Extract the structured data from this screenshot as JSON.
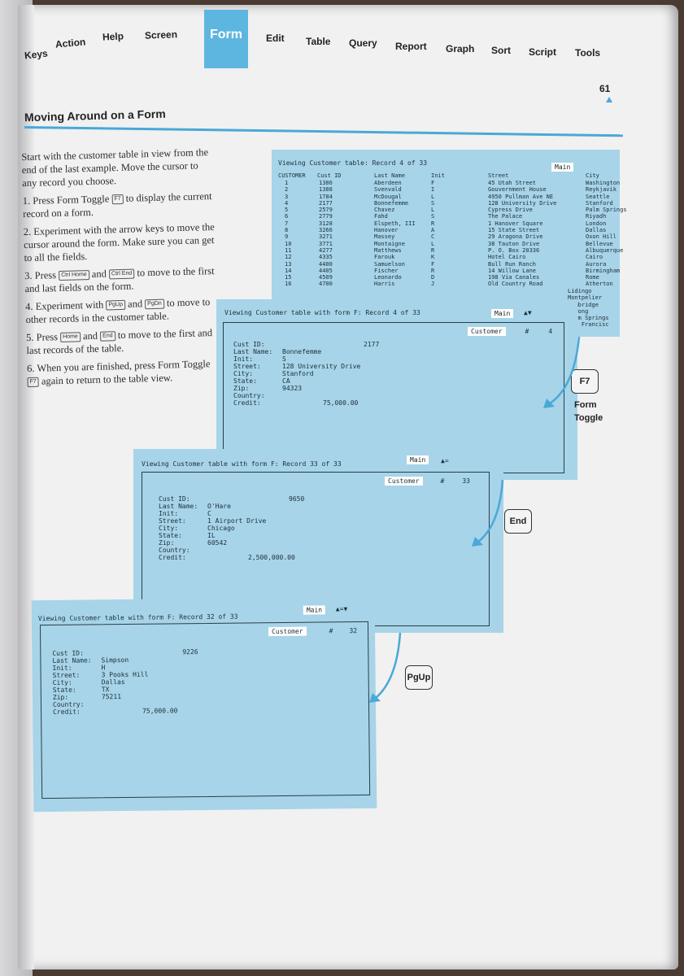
{
  "nav": {
    "items": [
      "Keys",
      "Action",
      "Help",
      "Screen",
      "Form",
      "Edit",
      "Table",
      "Query",
      "Report",
      "Graph",
      "Sort",
      "Script",
      "Tools"
    ],
    "active": "Form"
  },
  "page_number": "61",
  "section_title": "Moving Around on a Form",
  "intro": "Start with the customer table in view from the end of the last example. Move the cursor to any record you choose.",
  "steps": [
    {
      "n": "1.",
      "text": "Press Form Toggle",
      "key": "F7",
      "text2": "to display the current record on a form."
    },
    {
      "n": "2.",
      "text": "Experiment with the arrow keys to move the cursor around the form. Make sure you can get to all the fields."
    },
    {
      "n": "3.",
      "text": "Press",
      "key": "Ctrl Home",
      "text2": "and",
      "key2": "Ctrl End",
      "text3": "to move to the first and last fields on the form."
    },
    {
      "n": "4.",
      "text": "Experiment with",
      "key": "PgUp",
      "text2": "and",
      "key2": "PgDn",
      "text3": "to move to other records in the customer table."
    },
    {
      "n": "5.",
      "text": "Press",
      "key": "Home",
      "text2": "and",
      "key2": "End",
      "text3": "to move to the first and last records of the table."
    },
    {
      "n": "6.",
      "text": "When you are finished, press Form Toggle",
      "key": "F7",
      "text2": "again to return to the table view."
    }
  ],
  "table_screen": {
    "title": "Viewing Customer table: Record 4 of 33",
    "mode": "Main",
    "headers": [
      "CUSTOMER",
      "Cust ID",
      "Last Name",
      "Init",
      "Street",
      "City"
    ],
    "rows": [
      [
        "1",
        "1386",
        "Aberdeen",
        "F",
        "45 Utah Street",
        "Washington"
      ],
      [
        "2",
        "1388",
        "Svenvald",
        "I",
        "Gouvernment House",
        "Reykjavik"
      ],
      [
        "3",
        "1784",
        "McDougal",
        "L",
        "4950 Pullman Ave NE",
        "Seattle"
      ],
      [
        "4",
        "2177",
        "Bonnefemme",
        "S",
        "128 University Drive",
        "Stanford"
      ],
      [
        "5",
        "2579",
        "Chavez",
        "L",
        "Cypress Drive",
        "Palm Springs"
      ],
      [
        "6",
        "2779",
        "Fahd",
        "S",
        "The Palace",
        "Riyadh"
      ],
      [
        "7",
        "3128",
        "Elspeth, III",
        "R",
        "1 Hanover Square",
        "London"
      ],
      [
        "8",
        "3266",
        "Hanover",
        "A",
        "15 State Street",
        "Dallas"
      ],
      [
        "9",
        "3271",
        "Massey",
        "C",
        "29 Aragona Drive",
        "Oxon Hill"
      ],
      [
        "10",
        "3771",
        "Montaigne",
        "L",
        "38 Tauton Drive",
        "Bellevue"
      ],
      [
        "11",
        "4277",
        "Matthews",
        "R",
        "P. O. Box 20336",
        "Albuquerque"
      ],
      [
        "12",
        "4335",
        "Farouk",
        "K",
        "Hotel Cairo",
        "Cairo"
      ],
      [
        "13",
        "4400",
        "Samuelson",
        "F",
        "Bull Run Ranch",
        "Aurora"
      ],
      [
        "14",
        "4405",
        "Fischer",
        "R",
        "14 Willow Lane",
        "Birmingham"
      ],
      [
        "15",
        "4509",
        "Leonardo",
        "D",
        "198 Via Canales",
        "Rome"
      ],
      [
        "16",
        "4700",
        "Harris",
        "J",
        "Old Country Road",
        "Atherton"
      ]
    ],
    "overflow_cities": [
      "Lidingo",
      "Montpelier",
      "Cambridge",
      "Jurong",
      "Palm Springs",
      "San Francisc"
    ]
  },
  "form_screens": [
    {
      "title": "Viewing Customer table with form F: Record 4 of 33",
      "mode": "Main",
      "table_label": "Customer",
      "rec_symbol": "#",
      "rec_no": "4",
      "fields": [
        {
          "k": "Cust ID:",
          "v": "2177"
        },
        {
          "k": "Last Name:",
          "v": "Bonnefemme"
        },
        {
          "k": "Init:",
          "v": "S"
        },
        {
          "k": "Street:",
          "v": "128 University Drive"
        },
        {
          "k": "City:",
          "v": "Stanford"
        },
        {
          "k": "State:",
          "v": "CA"
        },
        {
          "k": "Zip:",
          "v": "94323"
        },
        {
          "k": "Country:",
          "v": ""
        },
        {
          "k": "Credit:",
          "v": "75,000.00"
        }
      ],
      "key": "F7",
      "key_caption": [
        "Form",
        "Toggle"
      ]
    },
    {
      "title": "Viewing Customer table with form F: Record 33 of 33",
      "mode": "Main",
      "table_label": "Customer",
      "rec_symbol": "#",
      "rec_no": "33",
      "fields": [
        {
          "k": "Cust ID:",
          "v": "9650"
        },
        {
          "k": "Last Name:",
          "v": "O'Hare"
        },
        {
          "k": "Init:",
          "v": "C"
        },
        {
          "k": "Street:",
          "v": "1 Airport Drive"
        },
        {
          "k": "City:",
          "v": "Chicago"
        },
        {
          "k": "State:",
          "v": "IL"
        },
        {
          "k": "Zip:",
          "v": "60542"
        },
        {
          "k": "Country:",
          "v": ""
        },
        {
          "k": "Credit:",
          "v": "2,500,000.00"
        }
      ],
      "key": "End"
    },
    {
      "title": "Viewing Customer table with form F: Record 32 of 33",
      "mode": "Main",
      "table_label": "Customer",
      "rec_symbol": "#",
      "rec_no": "32",
      "fields": [
        {
          "k": "Cust ID:",
          "v": "9226"
        },
        {
          "k": "Last Name:",
          "v": "Simpson"
        },
        {
          "k": "Init:",
          "v": "H"
        },
        {
          "k": "Street:",
          "v": "3 Pooks Hill"
        },
        {
          "k": "City:",
          "v": "Dallas"
        },
        {
          "k": "State:",
          "v": "TX"
        },
        {
          "k": "Zip:",
          "v": "75211"
        },
        {
          "k": "Country:",
          "v": ""
        },
        {
          "k": "Credit:",
          "v": "75,000.00"
        }
      ],
      "key": "PgUp"
    }
  ],
  "colors": {
    "screen": "#a7d4e8",
    "accent": "#5db6df"
  }
}
